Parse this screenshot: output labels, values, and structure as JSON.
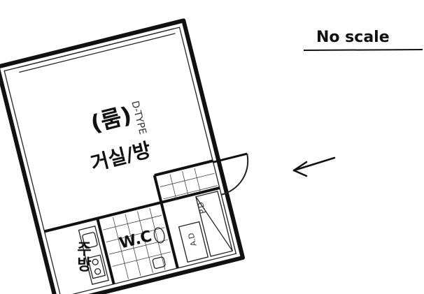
{
  "diagram": {
    "scale_note": "No scale",
    "room_type_label": "D-TYPE",
    "room_label": "(룸)",
    "living_room_label": "거실/방",
    "toilet_label": "W.C",
    "kitchen_label": "주방",
    "pd_label": "P.D",
    "ad_label": "A.D"
  }
}
